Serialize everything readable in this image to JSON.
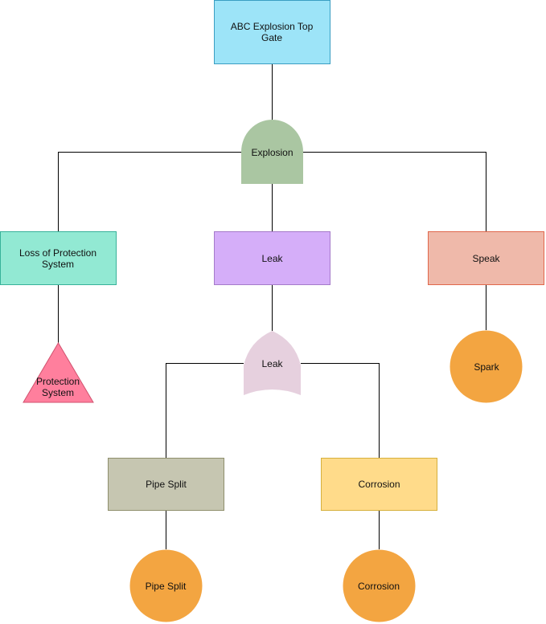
{
  "nodes": {
    "top": "ABC Explosion Top Gate",
    "and_gate": "Explosion",
    "loss": "Loss of Protection System",
    "leak_event": "Leak",
    "speak": "Speak",
    "protection": "Protection System",
    "or_gate": "Leak",
    "spark": "Spark",
    "pipe_split": "Pipe Split",
    "corrosion": "Corrosion",
    "pipe_split_basic": "Pipe Split",
    "corrosion_basic": "Corrosion"
  },
  "colors": {
    "top": "#9de4f8",
    "and_gate": "#aac6a2",
    "loss": "#92e9d3",
    "leak": "#d5aef9",
    "speak": "#efb9aa",
    "triangle": "#ff7f9d",
    "or_gate": "#e6d0de",
    "pipe_split": "#c6c6b1",
    "corrosion": "#ffdb8a",
    "basic": "#f3a541"
  }
}
